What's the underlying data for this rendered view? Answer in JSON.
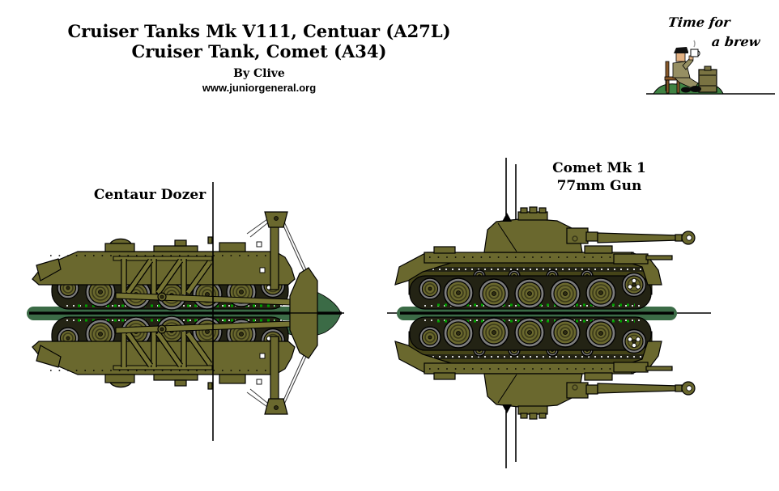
{
  "header": {
    "title_line1": "Cruiser Tanks Mk V111, Centuar (A27L)",
    "title_line2": "Cruiser Tank, Comet (A34)",
    "byline": "By Clive",
    "website": "www.juniorgeneral.org"
  },
  "brew": {
    "caption_line1": "Time for",
    "caption_line2": "a brew"
  },
  "figures": {
    "centaur": {
      "label": "Centaur Dozer"
    },
    "comet": {
      "label_line1": "Comet Mk 1",
      "label_line2": "77mm Gun"
    }
  },
  "colors": {
    "olive": "#6a682e",
    "olive_light": "#767434",
    "olive_dark": "#454418",
    "track": "#232314",
    "wheel_rim": "#7d7d7d",
    "base_green": "#3b6b46",
    "dot_green": "#00a000",
    "grass_green": "#3f8343",
    "uniform_khaki": "#968f63",
    "crate_olive": "#7a7342",
    "chair_brown": "#8a5a2a",
    "skin": "#e2b183",
    "mug_white": "#ffffff",
    "ink": "#000000"
  }
}
